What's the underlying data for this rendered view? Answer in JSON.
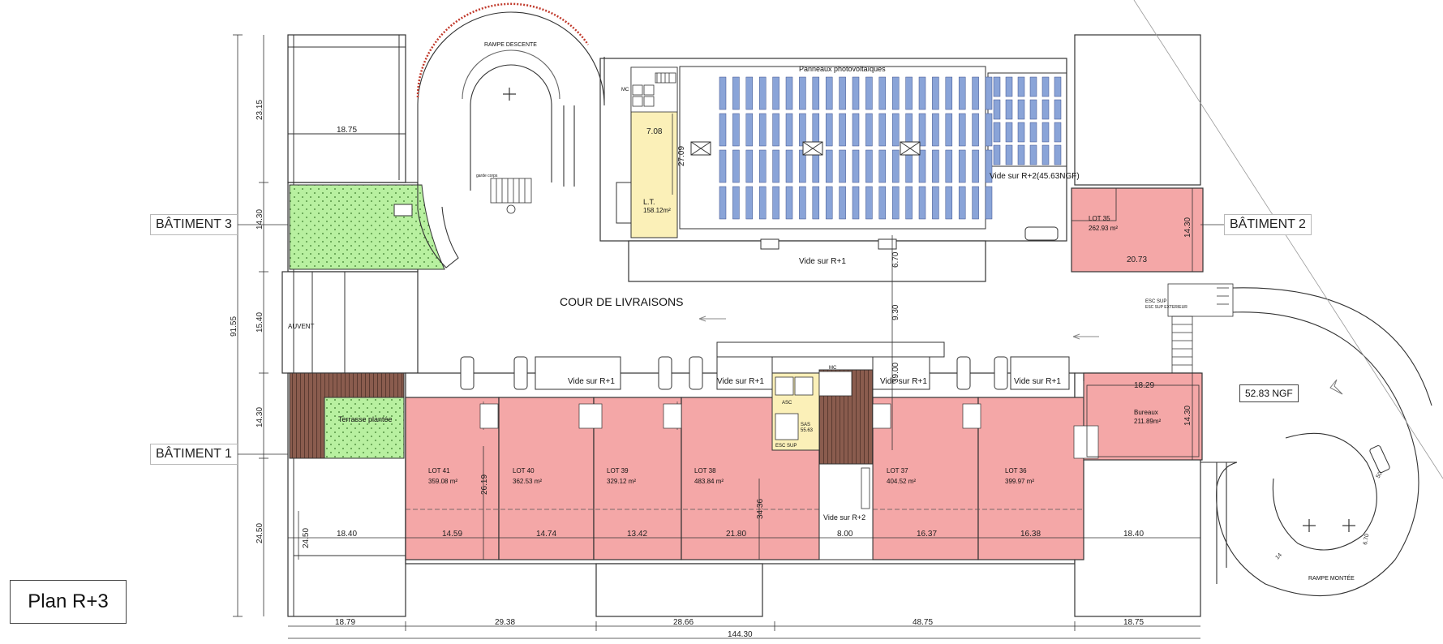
{
  "plan_title": "Plan R+3",
  "buildings": {
    "b3": "BÂTIMENT 3",
    "b2": "BÂTIMENT 2",
    "b1": "BÂTIMENT 1"
  },
  "courtyard": "COUR DE LIVRAISONS",
  "ramps": {
    "descent": "RAMPE DESCENTE",
    "ascent": "RAMPE MONTÉE"
  },
  "roof": {
    "pv": "Panneaux photovoltaïques",
    "void_r2": "Vide sur R+2(45.63NGF)",
    "void_r1": "Vide sur R+1"
  },
  "rooms": {
    "lt_name": "L.T.",
    "lt_area": "158.12m²",
    "auvent": "AUVENT",
    "terrasse": "Terrasse plantée",
    "garde_corps": "garde corps",
    "mc_top": "MC",
    "mc_mid": "MC",
    "asc": "ASC",
    "esc_sup_a": "ESC SUP",
    "esc_sup_b": "ESC SUP",
    "esc_ext": "ESC SUP EXTERIEUR",
    "sas": "SAS",
    "sas_area": "55.63",
    "void_r2_mid": "Vide sur R+2",
    "void_b1": "Vide sur R+1",
    "void_b2": "Vide sur R+1",
    "void_b3": "Vide sur R+1",
    "void_b4": "Vide sur R+1"
  },
  "lots": [
    {
      "name": "LOT 35",
      "area": "262.93 m²"
    },
    {
      "name": "LOT 41",
      "area": "359.08 m²"
    },
    {
      "name": "LOT 40",
      "area": "362.53 m²"
    },
    {
      "name": "LOT 39",
      "area": "329.12 m²"
    },
    {
      "name": "LOT 38",
      "area": "483.84 m²"
    },
    {
      "name": "LOT 37",
      "area": "404.52 m²"
    },
    {
      "name": "LOT 36",
      "area": "399.97 m²"
    },
    {
      "name": "Bureaux",
      "area": "211.89m²"
    }
  ],
  "ngf": "52.83 NGF",
  "dims": {
    "d18_75_top": "18.75",
    "d7_08": "7.08",
    "d27_09": "27.09",
    "d14_30_lot35": "14.30",
    "d20_73": "20.73",
    "d6_70": "6.70",
    "d9_30": "9.30",
    "d39_00": "39.00",
    "d18_29": "18.29",
    "d14_30_bur": "14.30",
    "d26_19": "26.19",
    "d34_36": "34.36",
    "d24_50_in": "24.50",
    "d18_40_l": "18.40",
    "d14_59": "14.59",
    "d14_74": "14.74",
    "d13_42": "13.42",
    "d21_80": "21.80",
    "d8_00": "8.00",
    "d16_37": "16.37",
    "d16_38": "16.38",
    "d18_40_r": "18.40",
    "v23_15": "23.15",
    "v14_30a": "14.30",
    "v15_40": "15.40",
    "v14_30b": "14.30",
    "v24_50": "24.50",
    "v91_55": "91.55",
    "b18_79": "18.79",
    "b29_38": "29.38",
    "b28_66": "28.66",
    "b48_75": "48.75",
    "b18_75": "18.75",
    "b144_30": "144.30",
    "r6_70": "6.70",
    "r14": "14",
    "r50": "50"
  },
  "colors": {
    "lot_fill": "#f4a7a7",
    "green_fill": "#b8f0a0",
    "yellow_fill": "#fbf0b8",
    "panel_fill": "#8aa4d8",
    "wood_fill": "#8a5c4e"
  }
}
